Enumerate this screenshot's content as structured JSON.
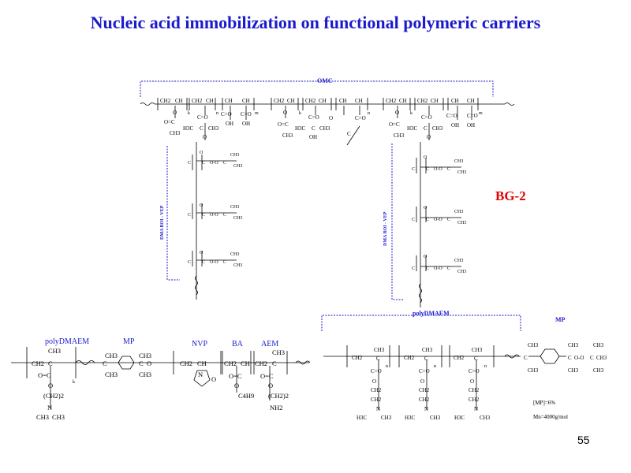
{
  "slide": {
    "title": "Nucleic acid immobilization on functional polymeric carriers",
    "page_number": "55",
    "accent_color": "#1a1acc",
    "highlight_color": "#e00000"
  },
  "labels": {
    "omc": "OMC",
    "bg2": "BG-2",
    "vertical_label": "DMA BOI - VEP",
    "polydmaem_top": "polyDMAEM",
    "mp_top": "MP",
    "polydmaem_left": "polyDMAEM",
    "mp_left": "MP",
    "nvp": "NVP",
    "ba": "BA",
    "aem": "AEM",
    "mp_ratio": "[MP]=6%",
    "mn": "Mn=4000g/mol"
  },
  "chem_text": {
    "ch2": "CH2",
    "ch": "CH",
    "c": "C",
    "ch3": "CH3",
    "o": "O",
    "n": "N",
    "oh": "OH",
    "c_o": "C=O",
    "o_c": "O=C",
    "h3c": "H3C",
    "c4h9": "C4H9",
    "nh2": "NH2",
    "ch2_2": "(CH2)2",
    "o_o": "O-O",
    "n_sub": "n",
    "k_sub": "k",
    "m_sub": "m"
  }
}
